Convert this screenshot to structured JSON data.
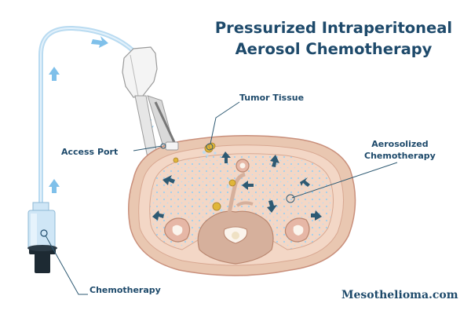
{
  "title": {
    "line1": "Pressurized Intraperitoneal",
    "line2": "Aerosol Chemotherapy"
  },
  "labels": {
    "tumor": "Tumor Tissue",
    "access_port": "Access Port",
    "aerosol_line1": "Aerosolized",
    "aerosol_line2": "Chemotherapy",
    "chemotherapy": "Chemotherapy"
  },
  "brand": "Mesothelioma.com",
  "colors": {
    "title": "#1e4a6b",
    "tube": "#b9dbf1",
    "arrow_light": "#7fc0ea",
    "arrow_dark": "#2e5a73",
    "tissue": "#e9c7b1",
    "tissue_dark": "#c98f7b",
    "spray": "#9fd0ef",
    "tumor": "#e0b63a"
  }
}
